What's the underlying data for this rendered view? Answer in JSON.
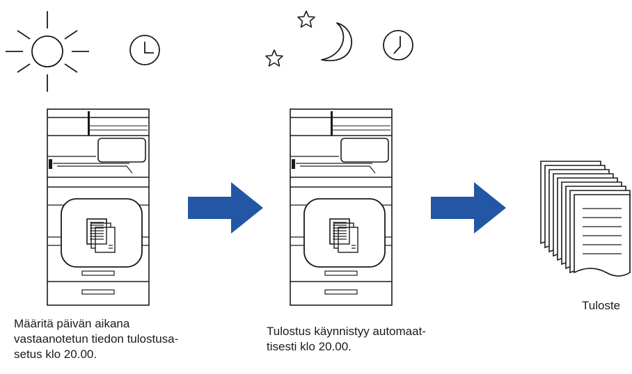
{
  "step1": {
    "caption": "Määritä päivän aikana\nvastaanotetun tiedon tulostusa-\nsetus klo 20.00."
  },
  "step2": {
    "caption": "Tulostus käynnistyy automaat-\ntisesti klo 20.00."
  },
  "output": {
    "label": "Tuloste"
  },
  "colors": {
    "arrow": "#2357a6",
    "line": "#1a1a1a"
  },
  "icons": [
    "sun-icon",
    "clock-icon",
    "moon-icon",
    "star-icon",
    "printer-icon",
    "documents-icon",
    "arrow-right-icon",
    "paper-stack-icon"
  ]
}
